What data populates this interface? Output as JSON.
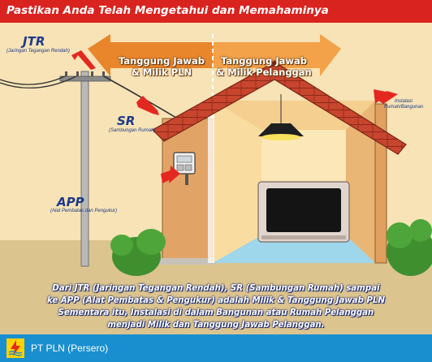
{
  "header": {
    "title": "Pastikan Anda Telah Mengetahui dan Memahaminya"
  },
  "banner": {
    "left_line1": "Tanggung Jawab",
    "left_line2": "& Milik PLN",
    "right_line1": "Tanggung Jawab",
    "right_line2": "& Milik Pelanggan"
  },
  "labels": {
    "jtr": "JTR",
    "jtr_full": "(Jaringan Tegangan Rendah)",
    "sr": "SR",
    "sr_full": "(Sambungan Rumah)",
    "app": "APP",
    "app_full": "(Alat Pembatas dan Pengukur)",
    "instalasi_line1": "Instalasi",
    "instalasi_line2": "Rumah/Bangunan"
  },
  "caption": {
    "line1": "Dari JTR (Jaringan Tegangan Rendah), SR (Sambungan Rumah) sampai",
    "line2": "ke APP (Alat Pembatas & Pengukur) adalah Milik & Tanggung Jawab PLN",
    "line3": "Sementara itu, Instalasi di dalam Bangunan atau Rumah Pelanggan",
    "line4": "menjadi Milik dan Tanggung Jawab Pelanggan."
  },
  "footer": {
    "company": "PT PLN (Persero)"
  },
  "colors": {
    "header_red": "#d9231f",
    "label_blue": "#1e3a8a",
    "footer_blue": "#1a8fd0",
    "banner_orange": "#e9862c",
    "roof_tile": "#c8452e"
  }
}
